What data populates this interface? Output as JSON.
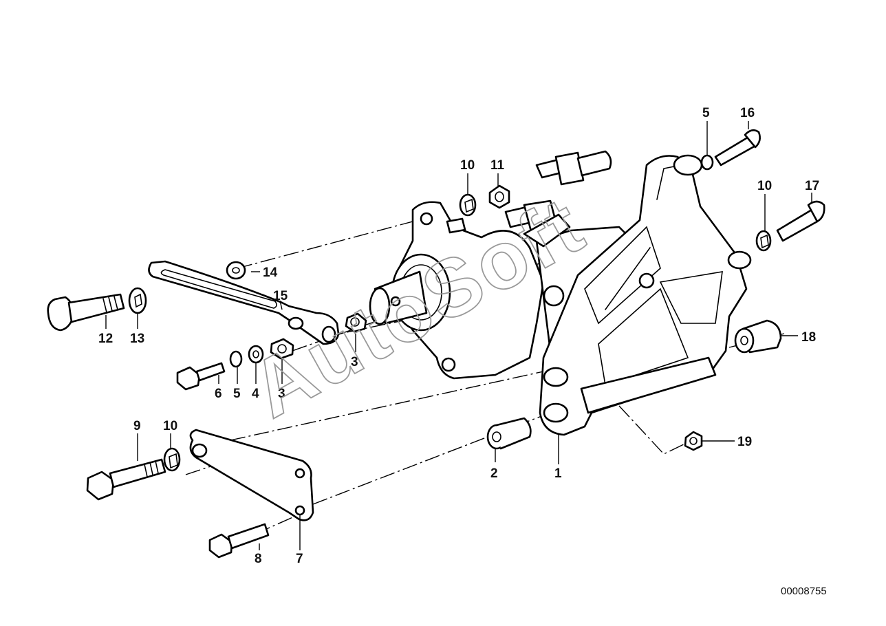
{
  "diagram": {
    "callouts": [
      "1",
      "2",
      "3",
      "3",
      "4",
      "5",
      "5",
      "6",
      "7",
      "8",
      "9",
      "10",
      "10",
      "10",
      "11",
      "12",
      "13",
      "14",
      "15",
      "16",
      "17",
      "18",
      "19"
    ],
    "watermark": "AutoSoft",
    "drawing_number": "00008755"
  }
}
